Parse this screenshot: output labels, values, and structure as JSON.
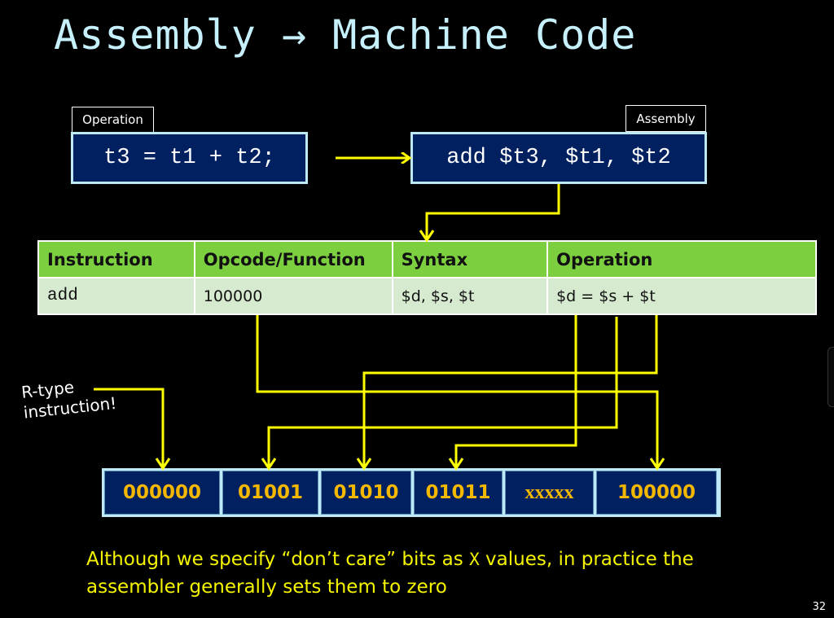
{
  "slide": {
    "title_left": "Assembly",
    "title_arrow": "→",
    "title_right": "Machine Code",
    "page_number": "32"
  },
  "operation": {
    "label": "Operation",
    "code": "t3 = t1 + t2;"
  },
  "assembly": {
    "label": "Assembly",
    "code": "add $t3, $t1, $t2"
  },
  "table": {
    "headers": [
      "Instruction",
      "Opcode/Function",
      "Syntax",
      "Operation"
    ],
    "row": [
      "add",
      "100000",
      "$d, $s, $t",
      "$d = $s + $t"
    ]
  },
  "annotation": {
    "line1": "R-type",
    "line2": "instruction!"
  },
  "machine_code": {
    "fields": [
      "000000",
      "01001",
      "01010",
      "01011",
      "xxxxx",
      "100000"
    ]
  },
  "note": {
    "before": "Although we specify “don’t care” bits as ",
    "x": "X",
    "after": " values, in practice the assembler generally sets them to zero"
  },
  "colors": {
    "title": "#c6f0fc",
    "box_fill": "#002060",
    "box_border": "#bfe9f7",
    "header_green": "#7ccf3f",
    "row_green": "#d6ead0",
    "wire_yellow": "#ffff00",
    "bit_text": "#f5b800",
    "note_text": "#f5f500"
  }
}
